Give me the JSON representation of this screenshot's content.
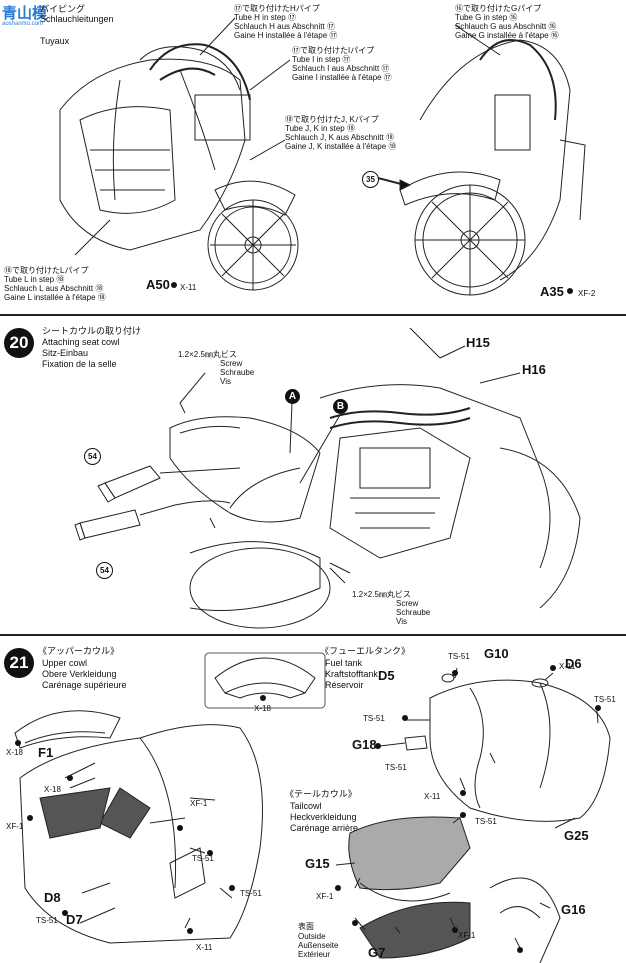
{
  "watermark": {
    "text": "青山模",
    "url": "aoshanmo.com"
  },
  "step19": {
    "left_header": {
      "ja": "パイピング",
      "de": "Schlauchleitungen",
      "fr": "Tuyaux"
    },
    "hose_h": {
      "ja": "⑰で取り付けたHパイプ",
      "en": "Tube H in step ⑰",
      "de": "Schlauch H aus Abschnitt ⑰",
      "fr": "Gaine H installée à l'étape ⑰"
    },
    "hose_i": {
      "ja": "⑰で取り付けたIパイプ",
      "en": "Tube I in step ⑰",
      "de": "Schlauch I aus Abschnitt ⑰",
      "fr": "Gaine I installée à l'étape ⑰"
    },
    "hose_jk": {
      "ja": "⑱で取り付けたJ, Kパイプ",
      "en": "Tube J, K in step ⑱",
      "de": "Schlauch J, K aus Abschnitt ⑱",
      "fr": "Gaine J, K installée à l'étape ⑱"
    },
    "hose_l": {
      "ja": "⑱で取り付けたLパイプ",
      "en": "Tube L in step ⑱",
      "de": "Schlauch L aus Abschnitt ⑱",
      "fr": "Gaine L installée à l'étape ⑱"
    },
    "hose_g": {
      "ja": "⑯で取り付けたGパイプ",
      "en": "Tube G in step ⑯",
      "de": "Schlauch G aus Abschnitt ⑯",
      "fr": "Gaine G installée à l'étape ⑯"
    },
    "ref35": "35",
    "a50": "A50",
    "a50_paint": "X-11",
    "a35": "A35",
    "a35_paint": "XF-2"
  },
  "step20": {
    "number": "20",
    "title": {
      "ja": "シートカウルの取り付け",
      "en": "Attaching seat cowl",
      "de": "Sitz-Einbau",
      "fr": "Fixation de la selle"
    },
    "screw_top": {
      "ja": "1.2×2.5㎜丸ビス",
      "en": "Screw",
      "de": "Schraube",
      "fr": "Vis"
    },
    "screw_bottom": {
      "ja": "1.2×2.5㎜丸ビス",
      "en": "Screw",
      "de": "Schraube",
      "fr": "Vis"
    },
    "h15": "H15",
    "h16": "H16",
    "callout_a": "A",
    "callout_b": "B",
    "ref54a": "54",
    "ref54b": "54"
  },
  "step21": {
    "number": "21",
    "upper_cowl": {
      "ja": "《アッパーカウル》",
      "en": "Upper cowl",
      "de": "Obere Verkleidung",
      "fr": "Carénage supérieure"
    },
    "fuel_tank": {
      "ja": "《フューエルタンク》",
      "en": "Fuel tank",
      "de": "Kraftstofftank",
      "fr": "Réservoir"
    },
    "tail_cowl": {
      "ja": "《テールカウル》",
      "en": "Tailcowl",
      "de": "Heckverkleidung",
      "fr": "Carénage arrière"
    },
    "outside": {
      "ja": "表面",
      "en": "Outside",
      "de": "Außenseite",
      "fr": "Extérieur"
    },
    "parts": {
      "f1": "F1",
      "d8": "D8",
      "d7": "D7",
      "g10": "G10",
      "d6": "D6",
      "d5": "D5",
      "g18": "G18",
      "g25": "G25",
      "g15": "G15",
      "g16": "G16",
      "g7": "G7"
    },
    "paints": {
      "x18a": "X-18",
      "x18b": "X-18",
      "x18c": "X-18",
      "xf1a": "XF-1",
      "xf1b": "XF-1",
      "xf1c": "XF-1",
      "xf1d": "XF-1",
      "ts51a": "TS-51",
      "ts51b": "TS-51",
      "ts51c": "TS-51",
      "ts51d": "TS-51",
      "ts51e": "TS-51",
      "ts51f": "TS-51",
      "ts51g": "TS-51",
      "ts51h": "TS-51",
      "x11a": "X-11",
      "x11b": "X-11",
      "x11c": "X-11"
    }
  }
}
